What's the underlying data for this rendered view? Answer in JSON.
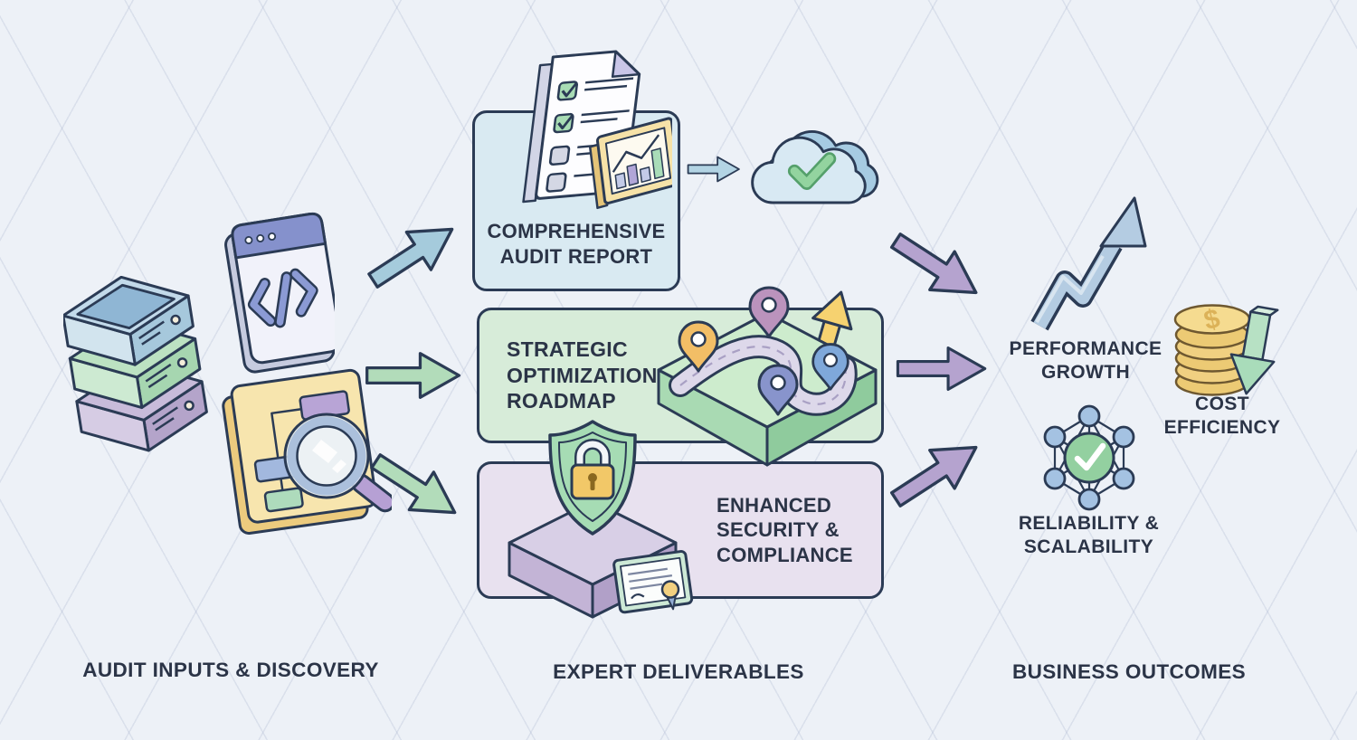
{
  "stages": {
    "inputs": {
      "label": "AUDIT INPUTS & DISCOVERY",
      "icon_names": [
        "server-stack-icon",
        "code-window-icon",
        "flowchart-magnifier-icon"
      ]
    },
    "deliverables": {
      "label": "EXPERT DELIVERABLES",
      "items": [
        {
          "label": "COMPREHENSIVE AUDIT REPORT",
          "icon": "audit-report-checklist-chart-icon"
        },
        {
          "label": "STRATEGIC OPTIMIZATION ROADMAP",
          "icon": "roadmap-pins-arrow-icon"
        },
        {
          "label": "ENHANCED SECURITY & COMPLIANCE",
          "icon": "shield-lock-certificate-icon"
        }
      ],
      "cloud_icon": "cloud-check-icon"
    },
    "outcomes": {
      "label": "BUSINESS OUTCOMES",
      "items": [
        {
          "label": "PERFORMANCE GROWTH",
          "icon": "growth-zigzag-arrow-icon"
        },
        {
          "label": "COST EFFICIENCY",
          "icon": "coins-down-arrow-icon"
        },
        {
          "label": "RELIABILITY & SCALABILITY",
          "icon": "network-check-icon"
        }
      ]
    }
  },
  "icons": {
    "coin_symbol": "$"
  },
  "palette": {
    "background": "#edf1f7",
    "outline": "#2b3b55",
    "text": "#2b3447",
    "audit_report_box": "#d9eaf2",
    "roadmap_box": "#d7ecd9",
    "security_box": "#e8e1ef",
    "arrow_blue": "#a5cbdc",
    "arrow_green": "#b2dcba",
    "arrow_purple": "#b5a3cf"
  }
}
